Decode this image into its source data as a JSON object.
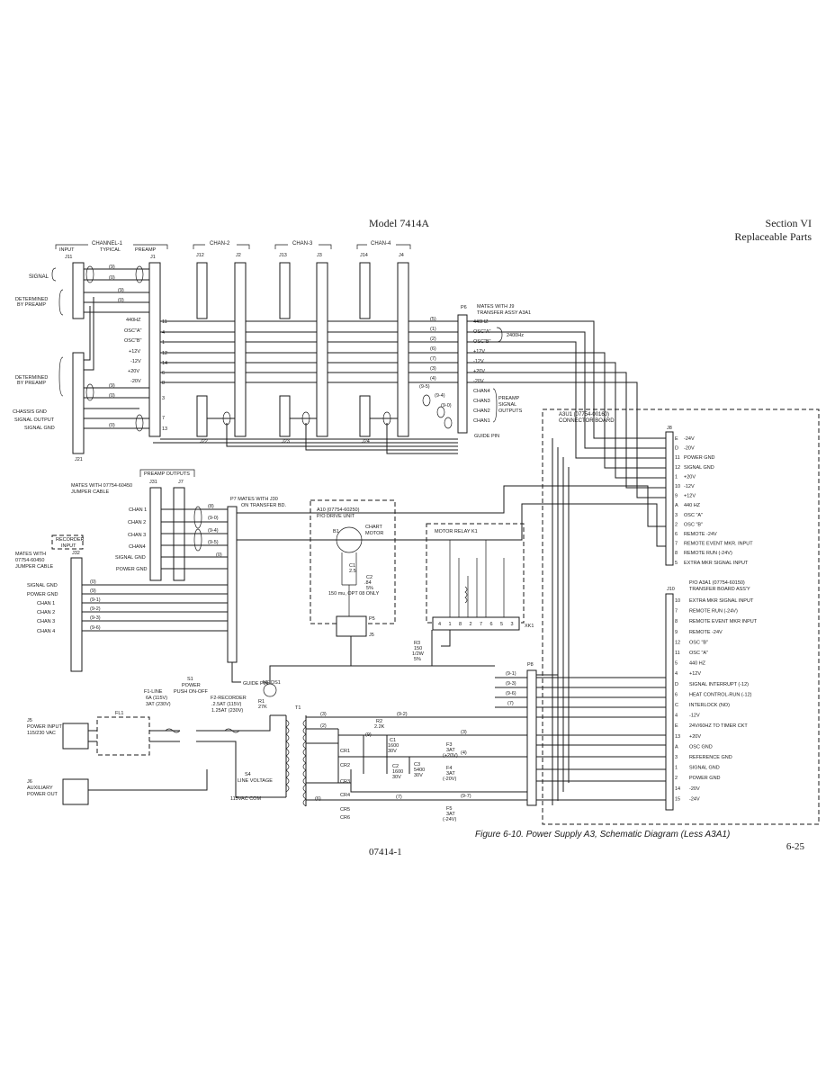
{
  "header": {
    "model": "Model 7414A",
    "section": "Section VI",
    "subtitle": "Replaceable Parts"
  },
  "footer": {
    "caption": "Figure 6-10. Power Supply A3, Schematic Diagram (Less A3A1)",
    "doc_number": "07414-1",
    "page": "6-25"
  },
  "channel1": {
    "title": "CHANNEL-1",
    "typical": "TYPICAL",
    "input": "INPUT",
    "preamp": "PREAMP",
    "j11": "J11",
    "j1": "J1",
    "j21": "J21",
    "signal": "SIGNAL",
    "determined1": "DETERMINED",
    "determined2": "BY PREAMP",
    "chassis_gnd": "CHASSIS GND",
    "signal_output": "SIGNAL OUTPUT",
    "signal_gnd": "SIGNAL GND"
  },
  "channels": [
    {
      "title": "CHAN-2",
      "top_left": "J12",
      "top_right": "J2",
      "bottom": "J22"
    },
    {
      "title": "CHAN-3",
      "top_left": "J13",
      "top_right": "J3",
      "bottom": "J23"
    },
    {
      "title": "CHAN-4",
      "top_left": "J14",
      "top_right": "J4",
      "bottom": "J24"
    }
  ],
  "bus_signals": [
    "440HZ",
    "OSC\"A\"",
    "OSC\"B\"",
    "+12V",
    "-12V",
    "+20V",
    "-20V"
  ],
  "p6": {
    "ref": "P6",
    "mates1": "MATES WITH J9",
    "mates2": "TRANSFER ASSY A3A1",
    "labels": [
      "440HZ",
      "OSC\"A\"",
      "OSC\"B\"",
      "+12V",
      "-12V",
      "+20V",
      "-20V",
      "CHAN4",
      "CHAN3",
      "CHAN2",
      "CHAN1"
    ],
    "freq": "2400Hz",
    "preamp_out": [
      "PREAMP",
      "SIGNAL",
      "OUTPUTS"
    ],
    "guide_pin": "GUIDE PIN"
  },
  "preamp_outputs": {
    "title": "PREAMP OUTPUTS",
    "j31": "J31",
    "j7": "J7",
    "mates1": "MATES WITH 07754-60450",
    "mates2": "JUMPER CABLE",
    "rows": [
      "CHAN 1",
      "CHAN 2",
      "CHAN 3",
      "CHAN4",
      "SIGNAL GND",
      "POWER GND"
    ],
    "p7_title1": "P7  MATES WITH J30",
    "p7_title2": "ON TRANSFER BD.",
    "guide_pin": "GUIDE PIN"
  },
  "recorder_input": {
    "title1": "RECORDER",
    "title2": "INPUT",
    "j32": "J32",
    "mates1": "MATES WITH",
    "mates2": "07754-60450",
    "mates3": "JUMPER CABLE",
    "rows": [
      "SIGNAL GND",
      "POWER GND",
      "CHAN 1",
      "CHAN 2",
      "CHAN 3",
      "CHAN 4"
    ]
  },
  "a10": {
    "title1": "A10 (07754-60250)",
    "title2": "P/O DRIVE UNIT",
    "motor1": "CHART",
    "motor2": "MOTOR",
    "note": "150 mu, OPT 08 ONLY",
    "p5": "P5",
    "j5": "J5"
  },
  "relay": {
    "title": "MOTOR RELAY K1",
    "pins": [
      "4",
      "1",
      "8",
      "2",
      "7",
      "6",
      "5",
      "3"
    ],
    "ref": "XK1"
  },
  "a3u1": {
    "title1": "A3U1 (07754-00160)",
    "title2": "CONNECTOR BOARD",
    "j8": "J8",
    "j8_rows": [
      {
        "pin": "E",
        "label": "-24V"
      },
      {
        "pin": "D",
        "label": "-20V"
      },
      {
        "pin": "11",
        "label": "POWER GND"
      },
      {
        "pin": "12",
        "label": "SIGNAL GND"
      },
      {
        "pin": "1",
        "label": "+20V"
      },
      {
        "pin": "10",
        "label": "-12V"
      },
      {
        "pin": "9",
        "label": "+12V"
      },
      {
        "pin": "A",
        "label": "440 HZ"
      },
      {
        "pin": "3",
        "label": "OSC \"A\""
      },
      {
        "pin": "2",
        "label": "OSC \"B\""
      },
      {
        "pin": "6",
        "label": "REMOTE -24V"
      },
      {
        "pin": "7",
        "label": "REMOTE EVENT MKR. INPUT"
      },
      {
        "pin": "8",
        "label": "REMOTE RUN (-24V)"
      },
      {
        "pin": "5",
        "label": "EXTRA MKR SIGNAL INPUT"
      }
    ],
    "j10": "J10",
    "j10_title1": "P/O A3A1 (07754-60150)",
    "j10_title2": "TRANSFER BOARD ASS'Y",
    "j10_rows": [
      {
        "pin": "10",
        "label": "EXTRA MKR SIGNAL INPUT"
      },
      {
        "pin": "7",
        "label": "REMOTE RUN (-24V)"
      },
      {
        "pin": "8",
        "label": "REMOTE EVENT MKR INPUT"
      },
      {
        "pin": "9",
        "label": "REMOTE -24V"
      },
      {
        "pin": "12",
        "label": "OSC \"B\""
      },
      {
        "pin": "11",
        "label": "OSC \"A\""
      },
      {
        "pin": "5",
        "label": "440 HZ"
      },
      {
        "pin": "4",
        "label": "+12V"
      },
      {
        "pin": "D",
        "label": "SIGNAL INTERRUPT (-12)"
      },
      {
        "pin": "6",
        "label": "HEAT CONTROL-RUN (-12)"
      },
      {
        "pin": "C",
        "label": "INTERLOCK (NO)"
      },
      {
        "pin": "4",
        "label": "-12V"
      },
      {
        "pin": "E",
        "label": "24V/60HZ TO TIMER CKT"
      },
      {
        "pin": "13",
        "label": "+20V"
      },
      {
        "pin": "A",
        "label": "OSC GND"
      },
      {
        "pin": "3",
        "label": "REFERENCE GND"
      },
      {
        "pin": "1",
        "label": "SIGNAL GND"
      },
      {
        "pin": "2",
        "label": "POWER GND"
      },
      {
        "pin": "14",
        "label": "-20V"
      },
      {
        "pin": "15",
        "label": "-24V"
      }
    ]
  },
  "power": {
    "j5": "J5",
    "power_input1": "POWER INPUT",
    "power_input2": "115/230 VAC",
    "j6": "J6",
    "aux1": "AUXILIARY",
    "aux2": "POWER OUT",
    "fl1": "FL1",
    "f1_1": "F1-LINE",
    "f1_2": "6A (115V)",
    "f1_3": "3AT (230V)",
    "s1_1": "S1",
    "s1_2": "POWER",
    "s1_3": "PUSH ON-OFF",
    "f2_1": "F2-RECORDER",
    "f2_2": ".2.5AT (115V)",
    "f2_3": "1.25AT (230V)",
    "ds1": "NE DS1",
    "r1": "R1",
    "r1_val": "27K",
    "t1": "T1",
    "s4_1": "S4",
    "s4_2": "LINE VOLTAGE",
    "com": "115VAC COM",
    "r2": "R2",
    "r2_val": "2.2K",
    "r3_1": "R3",
    "r3_2": "150",
    "r3_3": "1/2W",
    "r3_4": "5%",
    "c1": "C1",
    "c1_v1": "1600",
    "c1_v2": "30V",
    "c2": "C2",
    "c2_v1": "1600",
    "c2_v2": "30V",
    "c3": "C3",
    "c3_v1": "5400",
    "c3_v2": "30V",
    "f3_1": "F3",
    "f3_2": "3AT",
    "f3_3": "(+20V)",
    "f4_1": "F4",
    "f4_2": "3AT",
    "f4_3": "(-20V)",
    "f5_1": "F5",
    "f5_2": "3AT",
    "f5_3": "(-24V)",
    "diodes": [
      "CR1",
      "CR2",
      "CR3",
      "CR4",
      "CR5",
      "CR6"
    ],
    "p8": "P8"
  }
}
